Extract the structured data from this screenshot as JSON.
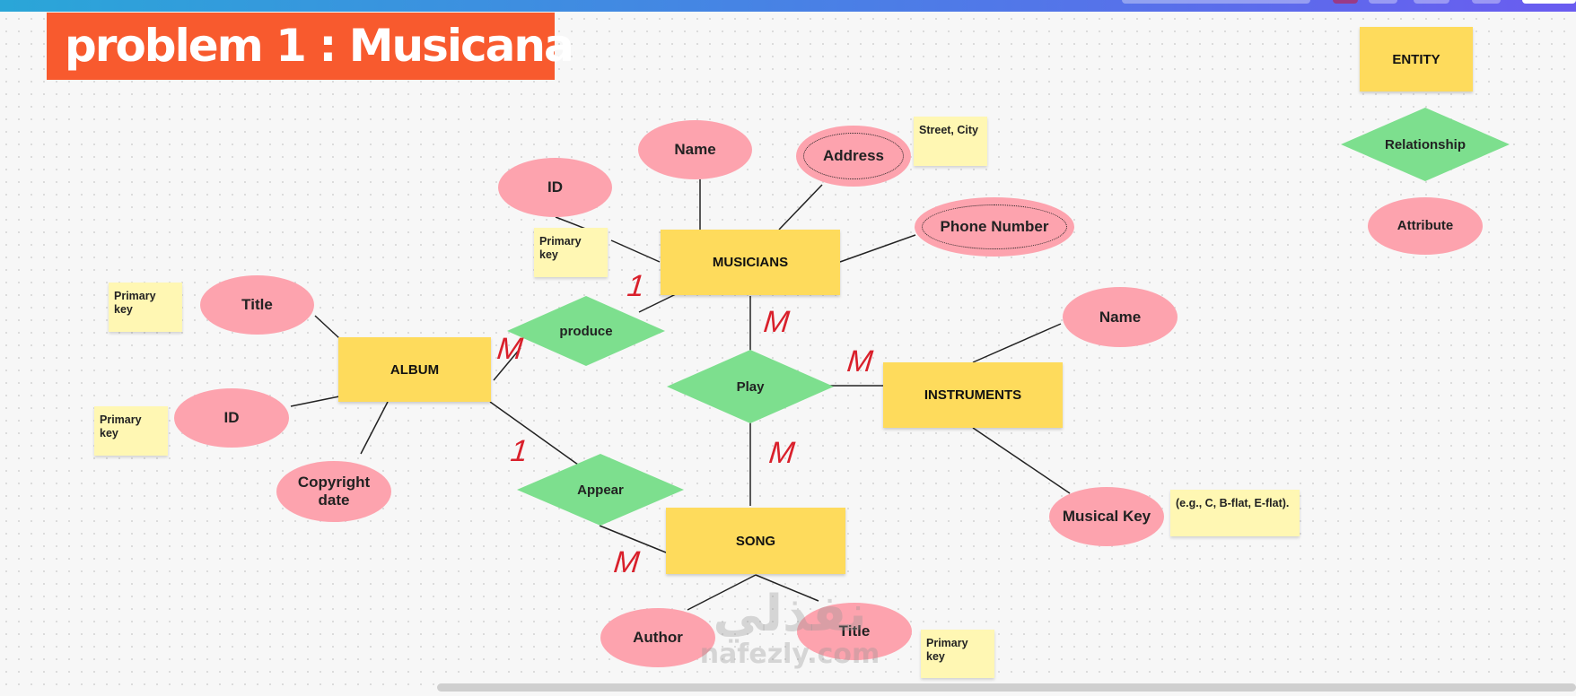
{
  "title": "problem 1 : Musicana",
  "legend": {
    "entity": "ENTITY",
    "relationship": "Relationship",
    "attribute": "Attribute"
  },
  "entities": {
    "musicians": "MUSICIANS",
    "album": "ALBUM",
    "instruments": "INSTRUMENTS",
    "song": "SONG"
  },
  "relationships": {
    "produce": "produce",
    "play": "Play",
    "appear": "Appear"
  },
  "attributes": {
    "musician_id": "ID",
    "musician_name": "Name",
    "musician_address": "Address",
    "musician_phone": "Phone Number",
    "album_title": "Title",
    "album_id": "ID",
    "album_copyright": "Copyright date",
    "instrument_name": "Name",
    "instrument_key": "Musical Key",
    "song_author": "Author",
    "song_title": "Title"
  },
  "notes": {
    "musician_pk": "Primary key",
    "address": "Street, City",
    "album_title_pk": "Primary key",
    "album_id_pk": "Primary key",
    "musical_key": "(e.g., C, B-flat, E-flat).",
    "song_pk": "Primary key"
  },
  "cardinalities": {
    "musicians_produce": "1",
    "album_produce": "M",
    "musicians_play": "M",
    "instruments_play": "M",
    "song_play": "M",
    "album_appear": "1",
    "song_appear": "M"
  },
  "watermark": {
    "arabic": "نفذلي",
    "latin": "nafezly.com"
  },
  "colors": {
    "entity": "#fedb5c",
    "relationship": "#7ddf8e",
    "attribute": "#fda3ae",
    "note": "#fff7b3",
    "banner": "#f85a2e",
    "cardinality": "#d9202b"
  }
}
